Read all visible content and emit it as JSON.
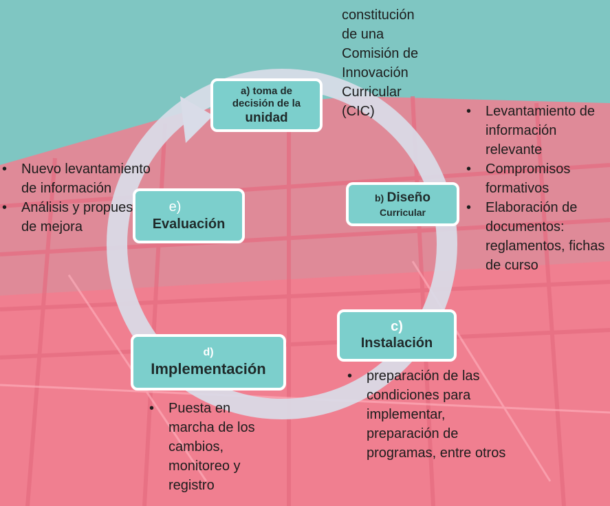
{
  "colors": {
    "pink": "#f07f90",
    "teal": "#7fc6c2",
    "box_fill": "#7ccfcc",
    "arrow": "#d9dce8"
  },
  "top_text": [
    "constitución",
    "de una",
    "Comisión de",
    "Innovación",
    "Curricular",
    "(CIC)"
  ],
  "right_bullets": [
    "Levantamiento de información relevante",
    "Compromisos formativos",
    "Elaboración de documentos: reglamentos, fichas de curso"
  ],
  "left_bullets": [
    "Nuevo levantamiento de información",
    "Análisis y propuestas de mejora"
  ],
  "bottom_center_bullets": [
    "Puesta en marcha de los cambios, monitoreo y registro"
  ],
  "bottom_right_bullets": [
    "preparación de las condiciones para implementar, preparación de programas, entre otros"
  ],
  "nodes": {
    "a": {
      "line1": "a) toma de",
      "line2": "decisión de la",
      "line3": "unidad"
    },
    "b": {
      "prefix": "b)",
      "title": "Diseño",
      "sub": "Curricular"
    },
    "c": {
      "letter": "c)",
      "title": "Instalación"
    },
    "d": {
      "letter": "d)",
      "title": "Implementación"
    },
    "e": {
      "letter": "e)",
      "title": "Evaluación"
    }
  }
}
